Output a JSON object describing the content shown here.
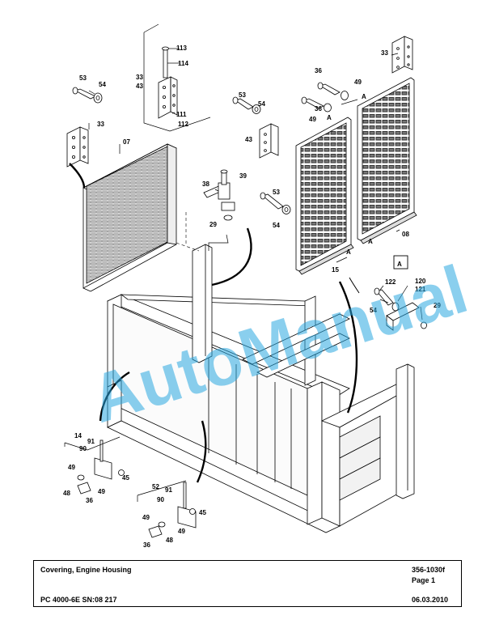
{
  "title_block": {
    "title": "Covering, Engine Housing",
    "doc_number": "356-1030f",
    "page": "Page 1",
    "model": "PC 4000-6E SN:08 217",
    "date": "06.03.2010"
  },
  "watermark": "AutoManual",
  "callouts": {
    "c113": "113",
    "c114": "114",
    "c33a": "33",
    "c43a": "43",
    "c111": "111",
    "c112": "112",
    "c53a": "53",
    "c54a": "54",
    "c33b": "33",
    "c07": "07",
    "c38": "38",
    "c39": "39",
    "c29a": "29",
    "c53b": "53",
    "c54b": "54",
    "c43b": "43",
    "c53c": "53",
    "c54c": "54",
    "c36a": "36",
    "c36b": "36",
    "c49a": "49",
    "c49b": "49",
    "c33c": "33",
    "cA1": "A",
    "cA2": "A",
    "cA3": "A",
    "cA4": "A",
    "c08": "08",
    "c15": "15",
    "cAbox": "A",
    "c122": "122",
    "c120": "120",
    "c121": "121",
    "c54d": "54",
    "c29b": "29",
    "c14": "14",
    "c91a": "91",
    "c90a": "90",
    "c49c": "49",
    "c45a": "45",
    "c48a": "48",
    "c49d": "49",
    "c36c": "36",
    "c52": "52",
    "c91b": "91",
    "c90b": "90",
    "c45b": "45",
    "c49e": "49",
    "c49f": "49",
    "c36d": "36",
    "c48b": "48"
  }
}
